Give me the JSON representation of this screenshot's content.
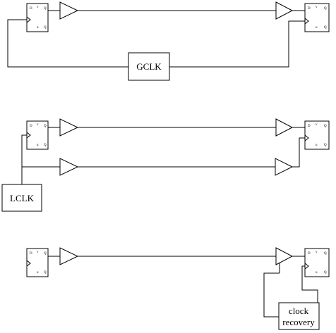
{
  "diagrams": [
    {
      "clock_label": "GCLK"
    },
    {
      "clock_label": "LCLK"
    },
    {
      "clock_label_line1": "clock",
      "clock_label_line2": "recovery"
    }
  ],
  "flipflop_pins": {
    "d": "D",
    "q": "Q",
    "qbar": "Q̄",
    "clk": "CLK"
  }
}
